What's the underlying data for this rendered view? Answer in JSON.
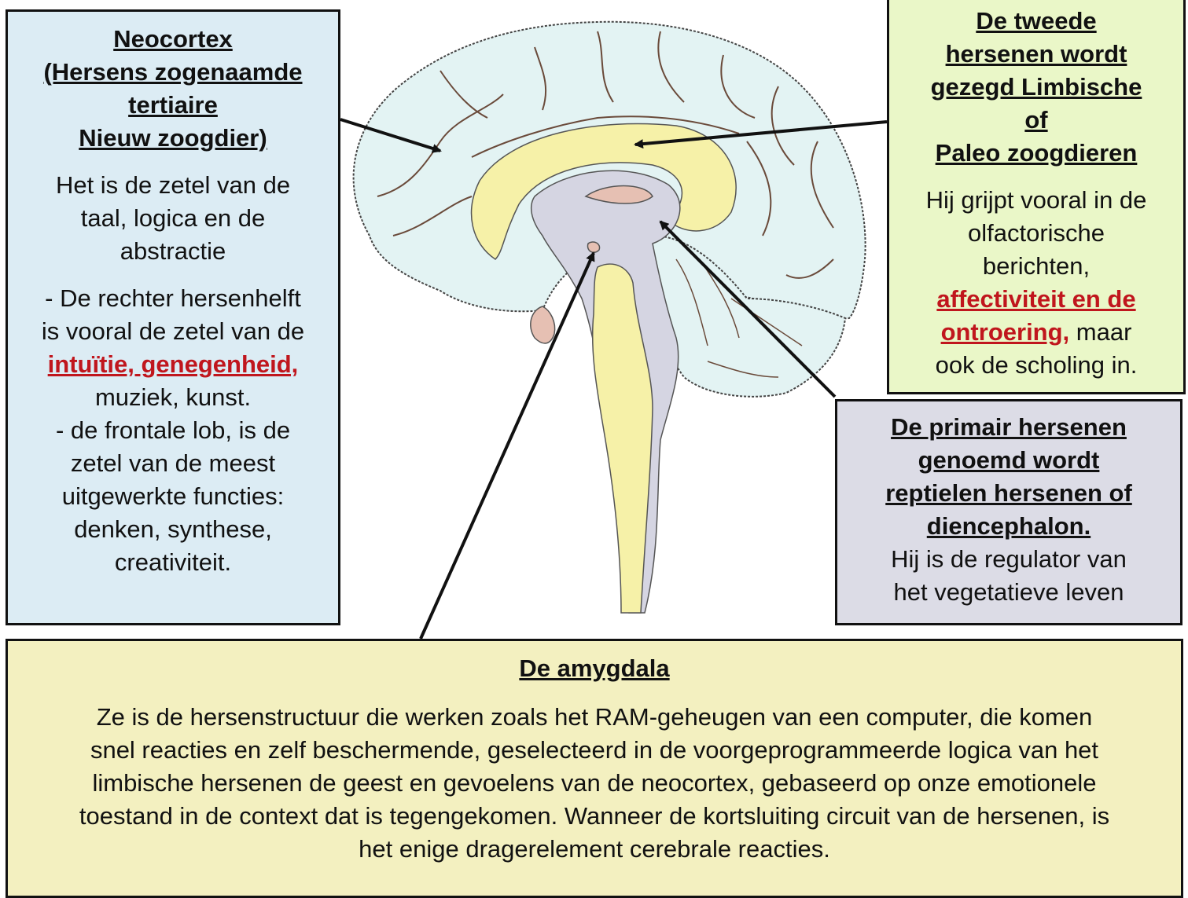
{
  "neocortex": {
    "title_lines": [
      "Neocortex",
      "(Hersens zogenaamde",
      "tertiaire",
      "Nieuw zoogdier)"
    ],
    "para1": [
      "Het is de zetel van de",
      "taal, logica en de",
      "abstractie"
    ],
    "para2_line1": "- De rechter hersenhelft",
    "para2_line2": "is vooral de zetel van de",
    "para2_red": "intuïtie, genegenheid,",
    "para2_line4": "muziek, kunst.",
    "para3": [
      "- de frontale lob, is de",
      "zetel van de meest",
      "uitgewerkte functies:",
      "denken, synthese,",
      "creativiteit."
    ]
  },
  "limbic": {
    "title_lines": [
      "De tweede",
      "hersenen wordt",
      "gezegd Limbische",
      "of",
      "Paleo zoogdieren"
    ],
    "body_lines": [
      "Hij grijpt vooral in de",
      "olfactorische",
      "berichten,"
    ],
    "red_line1": "affectiviteit en de",
    "red_line2": "ontroering,",
    "after_red": " maar",
    "last_line": "ook de scholing in."
  },
  "reptilian": {
    "title_lines": [
      "De primair hersenen",
      "genoemd wordt",
      "reptielen hersenen of",
      "diencephalon."
    ],
    "body_lines": [
      "Hij is de regulator van",
      "het vegetatieve leven"
    ]
  },
  "amygdala": {
    "title": "De amygdala",
    "body_lines": [
      "Ze is de hersenstructuur die werken zoals het RAM-geheugen van een computer, die komen",
      "snel reacties en zelf beschermende, geselecteerd in de voorgeprogrammeerde logica van het",
      "limbische hersenen de geest en gevoelens van de neocortex, gebaseerd op onze emotionele",
      "toestand in de context dat is tegengekomen. Wanneer de kortsluiting circuit van de hersenen, is",
      "het enige dragerelement cerebrale reacties."
    ]
  },
  "colors": {
    "neocortex_bg": "#dcecf4",
    "limbic_bg": "#eaf7c8",
    "reptilian_bg": "#dcdce6",
    "amygdala_bg": "#f3f0c0",
    "highlight_red": "#c0161d",
    "brain_cortex": "#e3f3f3",
    "brain_limbic": "#f6f1a8",
    "brain_diencephalon": "#d5d5e2",
    "brain_small": "#e6c0b3"
  }
}
